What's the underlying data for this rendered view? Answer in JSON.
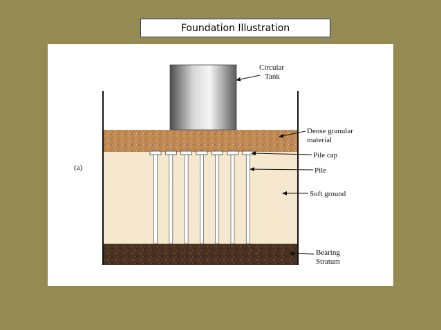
{
  "slide": {
    "title": "Foundation Illustration",
    "footer_date": "",
    "background_color": "#948a52"
  },
  "diagram": {
    "panel_label": "(a)",
    "labels": {
      "tank_line1": "Circular",
      "tank_line2": "Tank",
      "dense_line1": "Dense granular",
      "dense_line2": "material",
      "pile_cap": "Pile cap",
      "pile": "Pile",
      "soft_ground": "Soft ground",
      "bearing_line1": "Bearing",
      "bearing_line2": "Stratum"
    },
    "pile_count": 7,
    "colors": {
      "dense_layer": "#c08a55",
      "soft_ground": "#f6e8cf",
      "bearing_stratum": "#4a3222",
      "tank_dark": "#5a5a5a",
      "tank_light": "#f4f4f4"
    }
  }
}
